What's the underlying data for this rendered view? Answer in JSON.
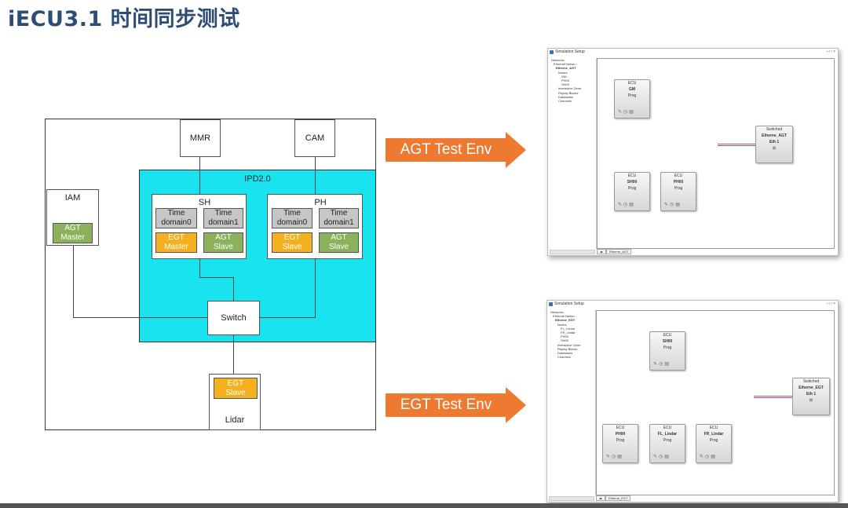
{
  "title": "iECU3.1 时间同步测试",
  "diagram": {
    "mmr": "MMR",
    "cam": "CAM",
    "ipd": "IPD2.0",
    "iam": "IAM",
    "iam_chip": "AGT\nMaster",
    "sh": "SH",
    "ph": "PH",
    "time_domain0": "Time\ndomain0",
    "time_domain1": "Time\ndomain1",
    "sh_egt": "EGT\nMaster",
    "sh_agt": "AGT\nSlave",
    "ph_egt": "EGT\nSlave",
    "ph_agt": "AGT\nSlave",
    "switch": "Switch",
    "lidar_chip": "EGT\nSlave",
    "lidar": "Lidar"
  },
  "arrows": {
    "agt": "AGT Test Env",
    "egt": "EGT Test Env"
  },
  "colors": {
    "title": "#2d4d74",
    "ipd_bg": "#18e3ee",
    "orange": "#f4b01e",
    "green": "#8bb25a",
    "gray": "#c6c6c6",
    "arrow": "#ee7a32"
  },
  "win1": {
    "title": "Simulation Setup",
    "tree": [
      "Networks",
      "Ethernet Netwo...",
      "Etherne_AGT",
      "Nodes",
      "GM",
      "PH00",
      "SH00",
      "Interactive Gene",
      "Replay Blocks",
      "Databases",
      "Channels"
    ],
    "tab": "Etherne_AGT",
    "nodes": [
      {
        "type": "ECU",
        "name": "GM",
        "sub": "Prog"
      },
      {
        "type": "ECU",
        "name": "SH00",
        "sub": "Prog"
      },
      {
        "type": "ECU",
        "name": "PH00",
        "sub": "Prog"
      }
    ],
    "switch": {
      "type": "Switched",
      "name": "Etherne_AGT",
      "sub": "Eth 1"
    }
  },
  "win2": {
    "title": "Simulation Setup",
    "tree": [
      "Networks",
      "Ethernet Netwo...",
      "Etherne_EGT",
      "Nodes",
      "FL_Lindar",
      "FR_Lindar",
      "PH00",
      "SH00",
      "Interactive Gene",
      "Replay Blocks",
      "Databases",
      "Channels"
    ],
    "tab": "Etherne_EGT",
    "nodes": [
      {
        "type": "ECU",
        "name": "SH00",
        "sub": "Prog"
      },
      {
        "type": "ECU",
        "name": "PH00",
        "sub": "Prog"
      },
      {
        "type": "ECU",
        "name": "FL_Lindar",
        "sub": "Prog"
      },
      {
        "type": "ECU",
        "name": "FR_Lindar",
        "sub": "Prog"
      }
    ],
    "switch": {
      "type": "Switched",
      "name": "Etherne_EGT",
      "sub": "Eth 1"
    }
  }
}
